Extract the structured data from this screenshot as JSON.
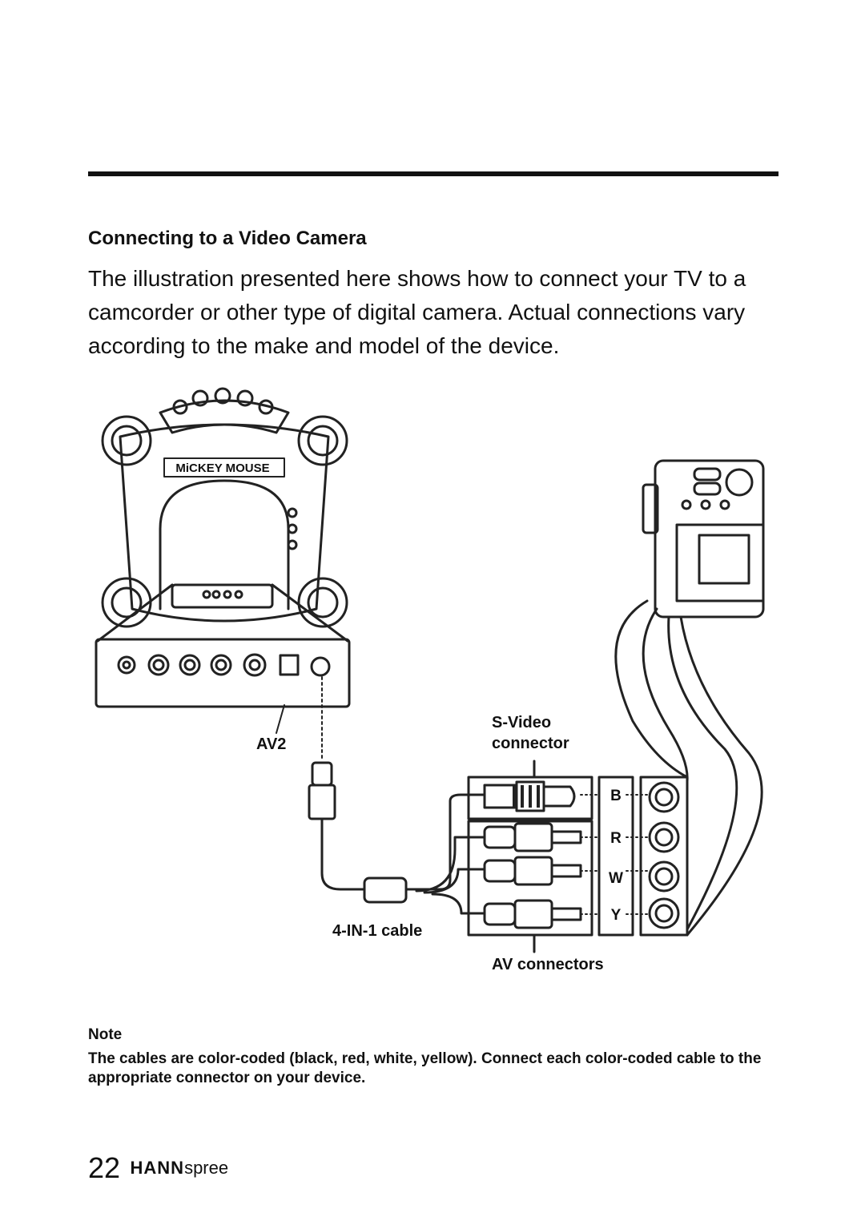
{
  "section": {
    "title": "Connecting to a Video Camera",
    "intro": "The illustration presented here shows how to connect your TV to a camcorder or other type of digital camera. Actual connections vary according to the make and model of the device."
  },
  "diagram": {
    "tv_brand_text": "MiCKEY MOUSE",
    "port_av2_label": "AV2",
    "svideo_label_line1": "S-Video",
    "svideo_label_line2": "connector",
    "cable_label": "4-IN-1 cable",
    "av_connectors_label": "AV connectors",
    "letter_b": "B",
    "letter_r": "R",
    "letter_w": "W",
    "letter_y": "Y"
  },
  "note": {
    "heading": "Note",
    "text": "The cables are color-coded (black, red, white, yellow). Connect each color-coded cable to the appropriate connector on your device."
  },
  "footer": {
    "page_number": "22",
    "logo_bold": "HANN",
    "logo_light": "spree"
  }
}
